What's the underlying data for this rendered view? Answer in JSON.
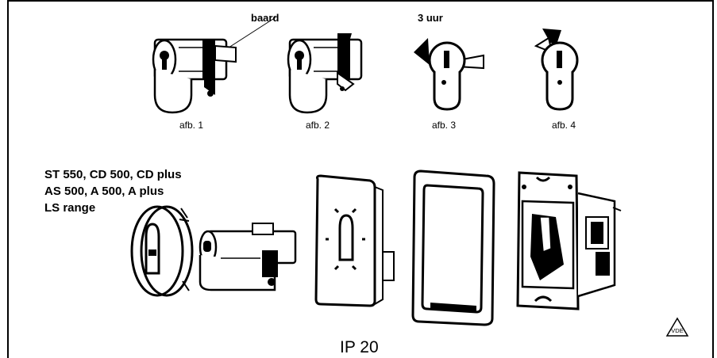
{
  "top_figures": {
    "callout_baard": "baard",
    "callout_3uur": "3 uur",
    "captions": [
      "afb. 1",
      "afb. 2",
      "afb. 3",
      "afb. 4"
    ]
  },
  "product_models": {
    "lines": [
      "ST 550, CD 500, CD plus",
      "AS 500, A 500, A plus",
      "LS range"
    ]
  },
  "rating": "IP 20",
  "certification_mark": "VDE"
}
